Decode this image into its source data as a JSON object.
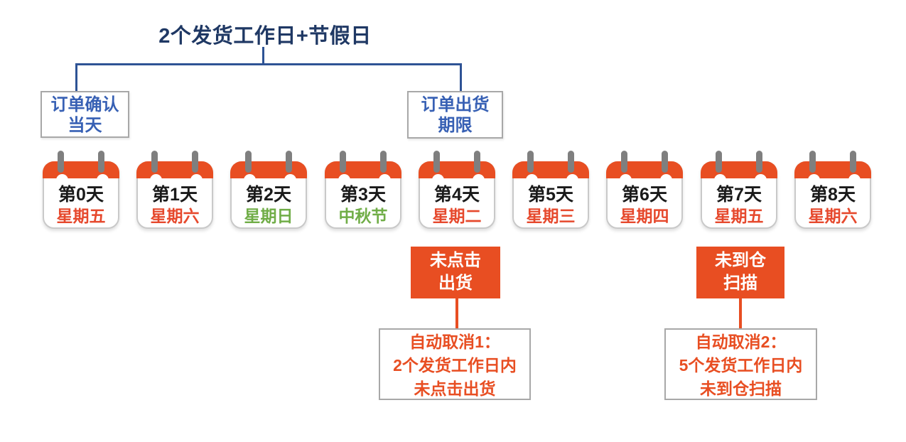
{
  "title": "2个发货工作日+节假日",
  "colors": {
    "title_navy": "#1F3864",
    "bracket_blue": "#2E5395",
    "label_blue": "#3760B4",
    "orange": "#E84E22",
    "weekday_red": "#E6492D",
    "weekday_green": "#70AD47"
  },
  "flow_boxes": {
    "confirm": {
      "line1": "订单确认",
      "line2": "当天"
    },
    "deadline": {
      "line1": "订单出货",
      "line2": "期限"
    }
  },
  "calendars": [
    {
      "day": "第0天",
      "weekday": "星期五",
      "weekday_color": "#E6492D"
    },
    {
      "day": "第1天",
      "weekday": "星期六",
      "weekday_color": "#E6492D"
    },
    {
      "day": "第2天",
      "weekday": "星期日",
      "weekday_color": "#70AD47"
    },
    {
      "day": "第3天",
      "weekday": "中秋节",
      "weekday_color": "#70AD47"
    },
    {
      "day": "第4天",
      "weekday": "星期二",
      "weekday_color": "#E6492D"
    },
    {
      "day": "第5天",
      "weekday": "星期三",
      "weekday_color": "#E6492D"
    },
    {
      "day": "第6天",
      "weekday": "星期四",
      "weekday_color": "#E6492D"
    },
    {
      "day": "第7天",
      "weekday": "星期五",
      "weekday_color": "#E6492D"
    },
    {
      "day": "第8天",
      "weekday": "星期六",
      "weekday_color": "#E6492D"
    }
  ],
  "annotations": [
    {
      "flag_lines": [
        "未点击",
        "出货"
      ],
      "detail_lines": [
        "自动取消1：",
        "2个发货工作日内",
        "未点击出货"
      ]
    },
    {
      "flag_lines": [
        "未到仓",
        "扫描"
      ],
      "detail_lines": [
        "自动取消2：",
        "5个发货工作日内",
        "未到仓扫描"
      ]
    }
  ]
}
